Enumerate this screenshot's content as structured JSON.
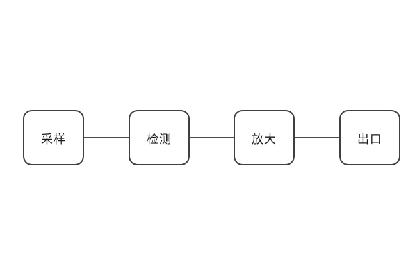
{
  "diagram": {
    "type": "flowchart",
    "direction": "horizontal",
    "nodes": [
      {
        "id": "sampling",
        "label": "采样"
      },
      {
        "id": "detection",
        "label": "检测"
      },
      {
        "id": "amplification",
        "label": "放大"
      },
      {
        "id": "outlet",
        "label": "出口"
      }
    ],
    "connections": [
      {
        "from": "采样",
        "to": "检测"
      },
      {
        "from": "检测",
        "to": "放大"
      },
      {
        "from": "放大",
        "to": "出口"
      }
    ]
  },
  "colors": {
    "background": "#ffffff",
    "node_fill": "#ffffff",
    "node_border": "#404040",
    "connector": "#4a4a4a",
    "text": "#1a1a1a"
  }
}
